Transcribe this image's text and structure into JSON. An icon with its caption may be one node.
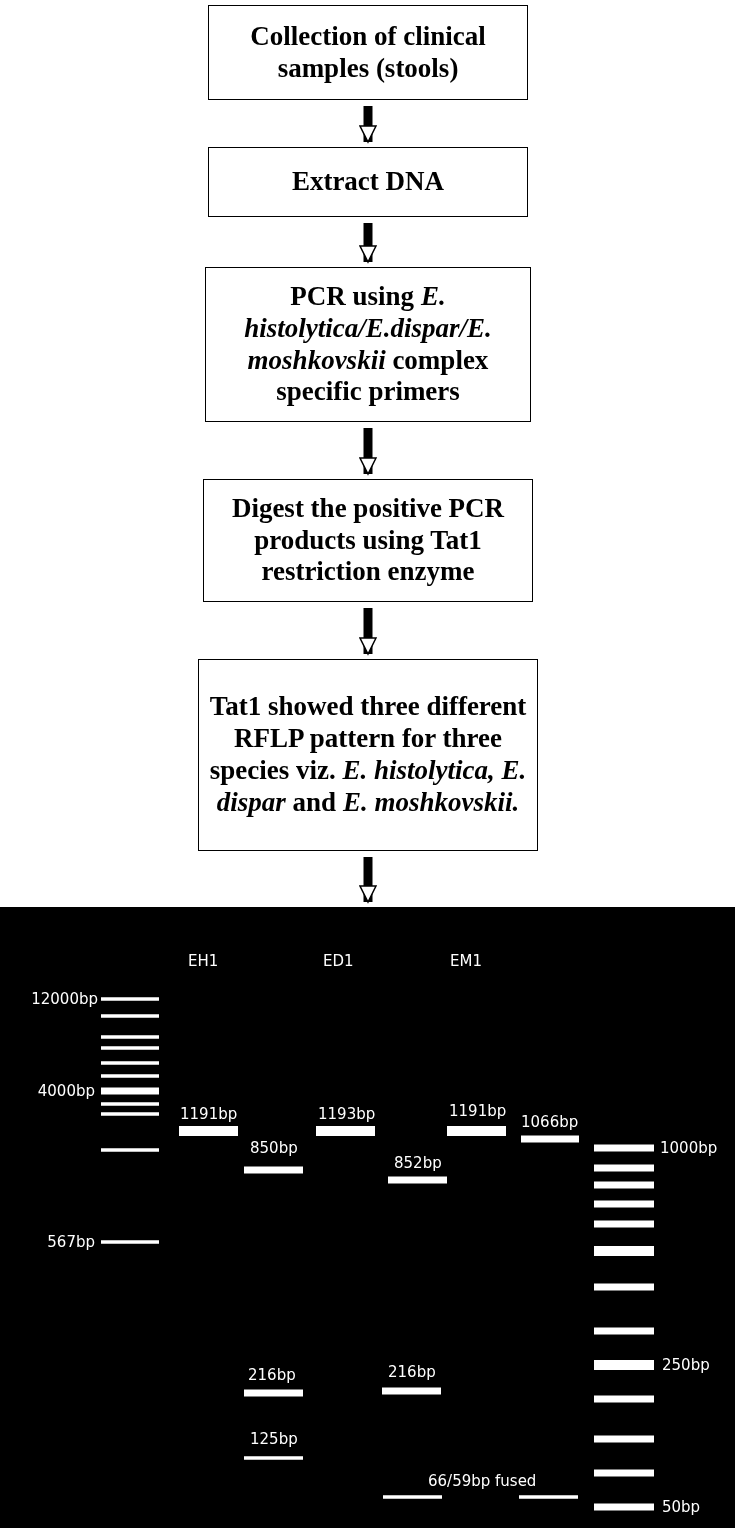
{
  "diagram": {
    "nodes": [
      {
        "text": [
          "Collection of clinical samples (stools)"
        ]
      },
      {
        "text": [
          "Extract DNA"
        ]
      },
      {
        "text": [
          "PCR using *E. histolytica/E.dispar/E. moshkovskii* complex specific primers"
        ]
      },
      {
        "text": [
          "Digest the positive PCR products using Tat1 restriction enzyme"
        ]
      },
      {
        "text": [
          "Tat1 showed three different RFLP pattern for three species viz. *E. histolytica, E. dispar* and *E. moshkovskii.*"
        ]
      },
      {
        "text": [],
        "shape": "picture"
      }
    ],
    "edges": [
      {
        "from": 0,
        "to": 1,
        "arrow": "to"
      },
      {
        "from": 1,
        "to": 2,
        "arrow": "to"
      },
      {
        "from": 2,
        "to": 3,
        "arrow": "to"
      },
      {
        "from": 3,
        "to": 4,
        "arrow": "to"
      },
      {
        "from": 4,
        "to": 5,
        "arrow": "to"
      }
    ],
    "labels": [
      "EH1",
      "ED1",
      "EM1",
      "12000bp",
      "4000bp",
      "1191bp",
      "1193bp",
      "1191bp",
      "1066bp",
      "850bp",
      "1000bp",
      "852bp",
      "567bp",
      "216bp",
      "216bp",
      "250bp",
      "125bp",
      "66/59bp fused",
      "50bp"
    ]
  }
}
